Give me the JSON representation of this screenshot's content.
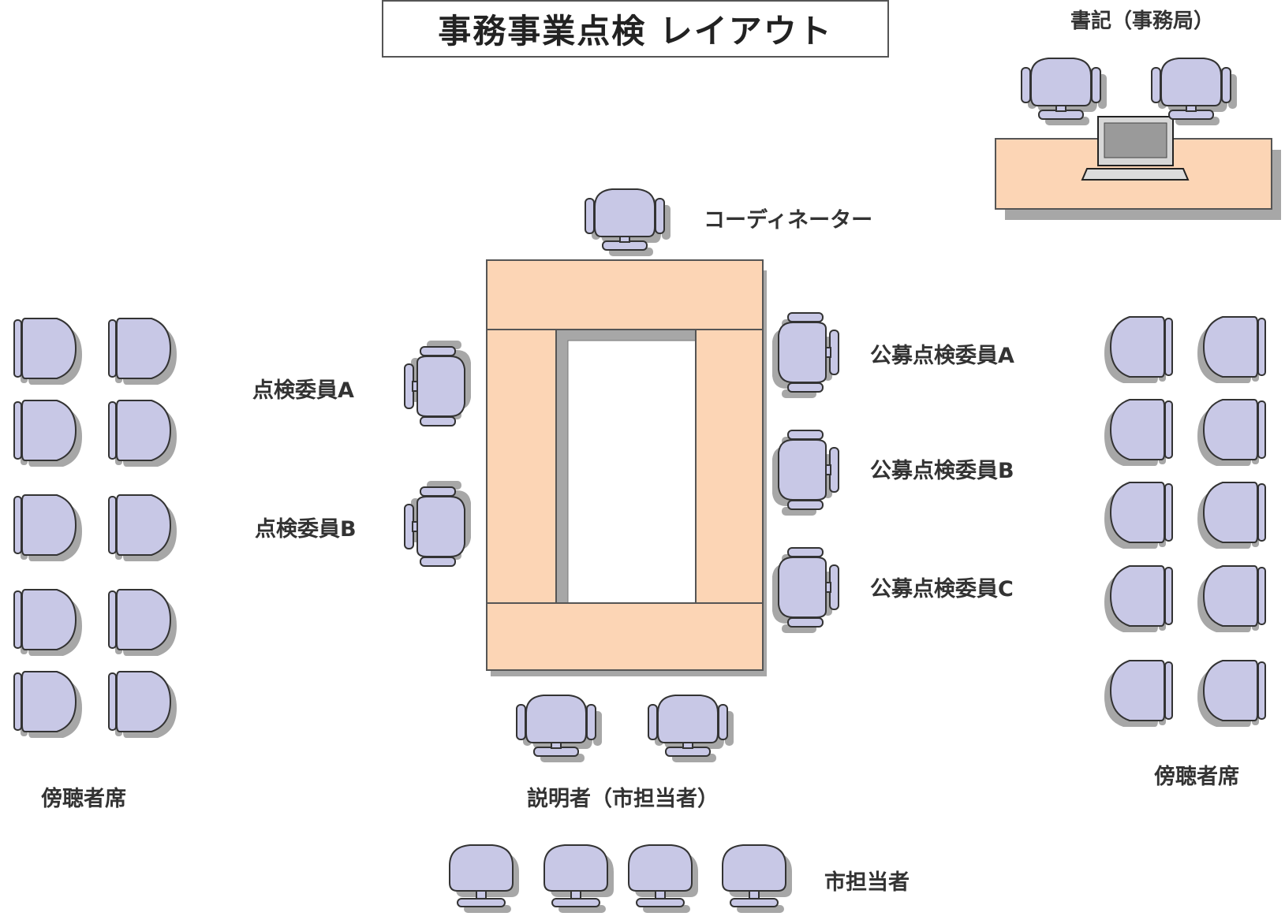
{
  "title": "事務事業点検 レイアウト",
  "labels": {
    "secretariat": "書記（事務局）",
    "coordinator": "コーディネーター",
    "inspector_a": "点検委員A",
    "inspector_b": "点検委員B",
    "public_a": "公募点検委員A",
    "public_b": "公募点検委員B",
    "public_c": "公募点検委員C",
    "audience_left": "傍聴者席",
    "audience_right": "傍聴者席",
    "presenters": "説明者（市担当者）",
    "city_staff": "市担当者"
  },
  "colors": {
    "table_fill": "#fcd5b5",
    "table_edge": "#6a6a6a",
    "chair_fill": "#c8c8e6",
    "chair_edge": "#333333",
    "shadow": "#a7a7a7"
  },
  "icons": [
    "office-chair-icon",
    "laptop-icon",
    "conference-table-icon",
    "desk-icon"
  ]
}
